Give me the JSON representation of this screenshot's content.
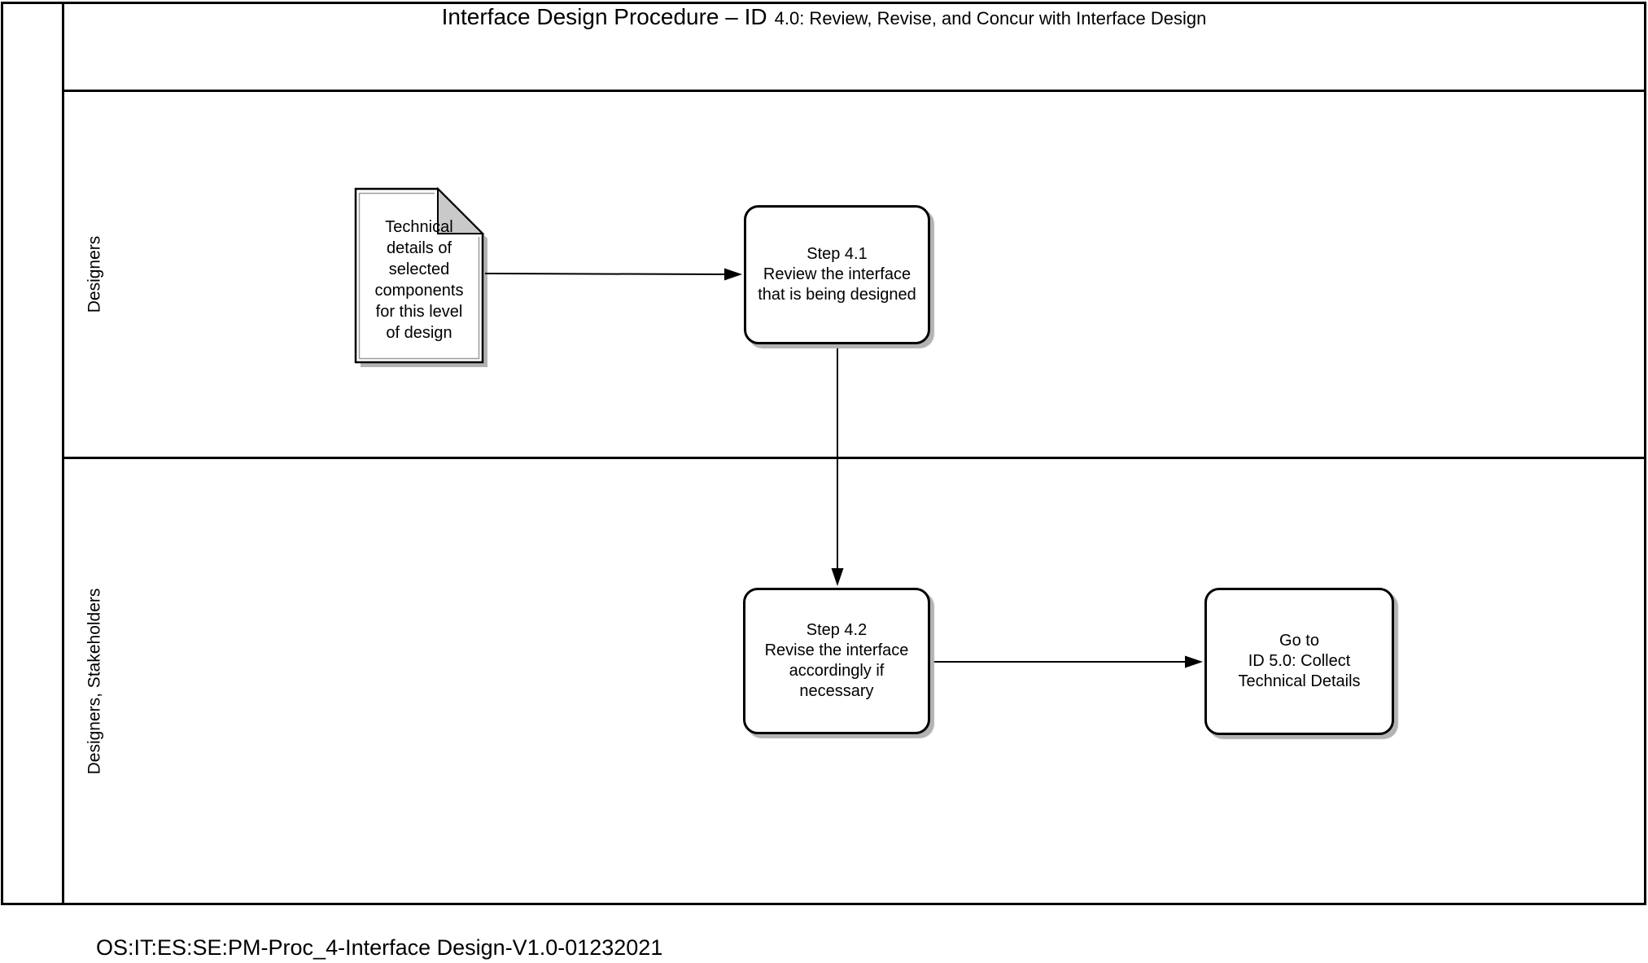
{
  "header": {
    "title_main": "Interface Design Procedure – ID",
    "title_sub": "4.0: Review, Revise, and Concur with Interface Design"
  },
  "lanes": [
    {
      "label": "Designers"
    },
    {
      "label": "Designers, Stakeholders"
    }
  ],
  "nodes": {
    "input_document": {
      "type": "document",
      "label": "Technical\ndetails of\nselected\ncomponents\nfor this level\nof design"
    },
    "step_4_1": {
      "type": "process",
      "label": "Step 4.1\nReview the interface\nthat is being designed"
    },
    "step_4_2": {
      "type": "process",
      "label": "Step 4.2\nRevise the interface\naccordingly if\nnecessary"
    },
    "goto_id_5_0": {
      "type": "off-page-reference",
      "label": "Go to\nID 5.0: Collect\nTechnical Details"
    }
  },
  "connections": [
    {
      "from": "input_document",
      "to": "step_4_1"
    },
    {
      "from": "step_4_1",
      "to": "step_4_2"
    },
    {
      "from": "step_4_2",
      "to": "goto_id_5_0"
    }
  ],
  "footer": {
    "doc_id": "OS:IT:ES:SE:PM-Proc_4-Interface Design-V1.0-01232021"
  },
  "colors": {
    "line": "#000000",
    "shadow": "#b3b3b3",
    "fold": "#c9c9c9",
    "inner": "#9c9c9c"
  }
}
